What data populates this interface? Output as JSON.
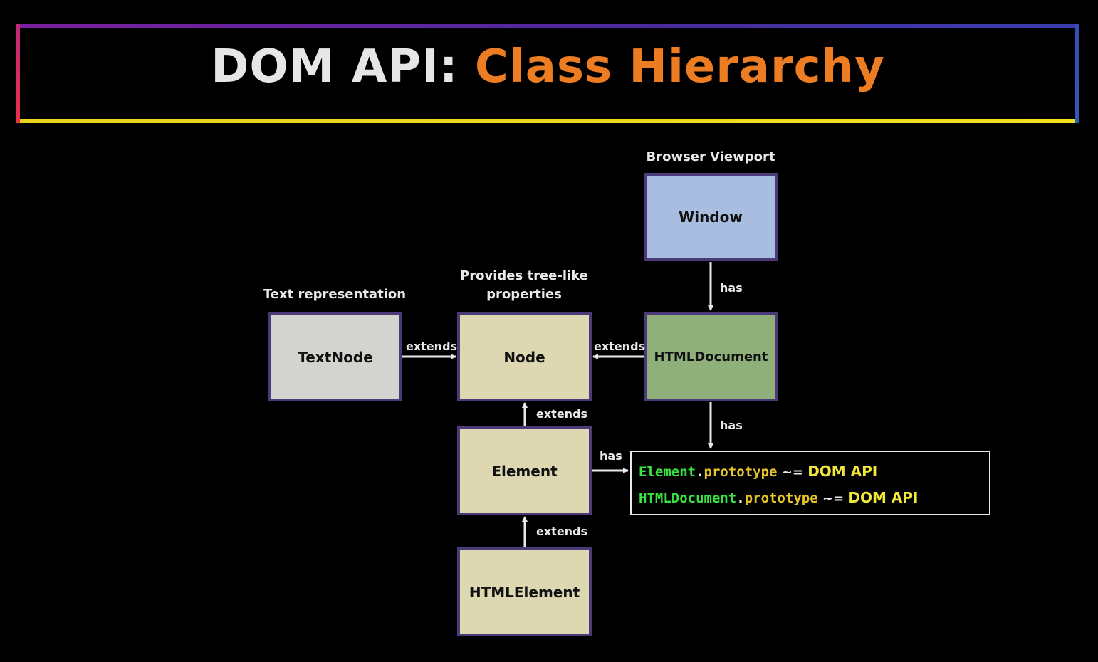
{
  "title": {
    "part1": "DOM API:",
    "part2": "Class Hierarchy"
  },
  "nodes": {
    "window": {
      "label": "Window",
      "caption": "Browser Viewport"
    },
    "textnode": {
      "label": "TextNode",
      "caption": "Text representation"
    },
    "node": {
      "label": "Node",
      "caption_line1": "Provides tree-like",
      "caption_line2": "properties"
    },
    "htmldocument": {
      "label": "HTMLDocument"
    },
    "element": {
      "label": "Element"
    },
    "htmlelement": {
      "label": "HTMLElement"
    }
  },
  "edges": {
    "window_htmldocument": "has",
    "textnode_node": "extends",
    "htmldocument_node": "extends",
    "element_node": "extends",
    "htmlelement_element": "extends",
    "htmldocument_codebox": "has",
    "element_codebox": "has"
  },
  "codebox": {
    "line1": {
      "object": "Element",
      "dot": ".",
      "prop": "prototype",
      "op": " ~= ",
      "value": "DOM API"
    },
    "line2": {
      "object": "HTMLDocument",
      "dot": ".",
      "prop": "prototype",
      "op": " ~= ",
      "value": "DOM API"
    }
  },
  "colors": {
    "title_white": "#e6e6e6",
    "title_orange": "#ec7d22",
    "window_box": "#a9bde0",
    "textnode_box": "#d3d4d0",
    "node_box": "#ddd7b2",
    "htmldocument_box": "#8fb07a",
    "box_border": "#4a3a78",
    "code_green": "#38e040",
    "code_yellow": "#e6c428"
  }
}
